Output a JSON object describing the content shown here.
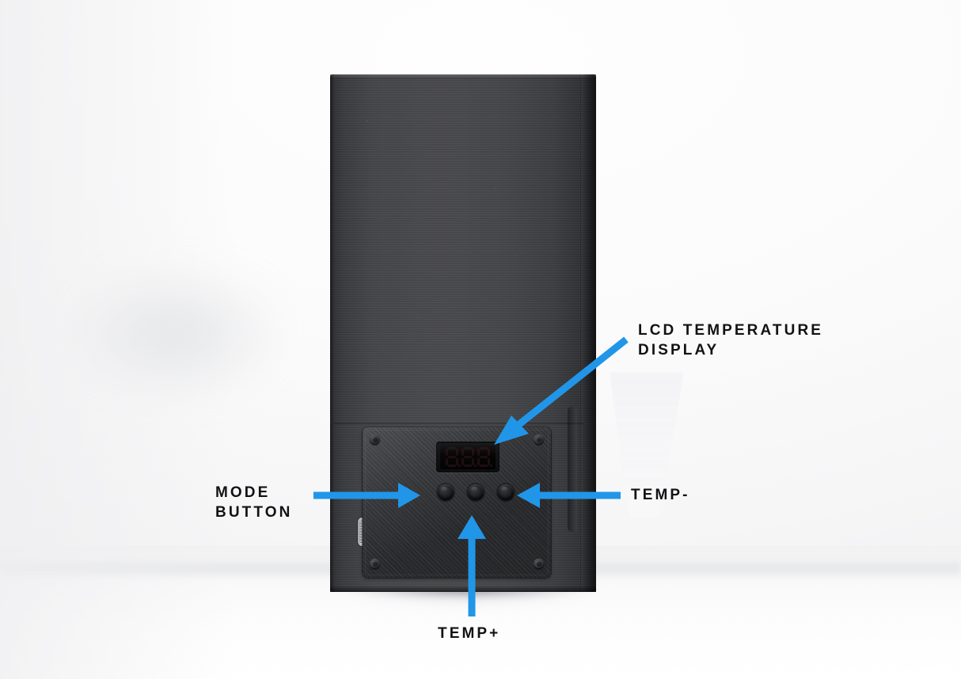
{
  "scene": {
    "subject": "3d-printed-enclosure-front-view",
    "background_color": "#ffffff",
    "device_body_color": "#46474a",
    "panel_color": "#333437"
  },
  "annotation": {
    "arrow_color": "#2196E8",
    "text_color": "#111214",
    "callouts": [
      {
        "id": "lcd-temperature-display",
        "label": "LCD TEMPERATURE\nDISPLAY",
        "arrow": "diagonal-down-left",
        "points_to": "lcd-display"
      },
      {
        "id": "mode-button",
        "label": "MODE\nBUTTON",
        "arrow": "right",
        "points_to": "mode-push-button"
      },
      {
        "id": "temp-minus",
        "label": "TEMP-",
        "arrow": "left",
        "points_to": "temp-minus-push-button"
      },
      {
        "id": "temp-plus",
        "label": "TEMP+",
        "arrow": "up",
        "points_to": "temp-plus-push-button"
      }
    ]
  },
  "device": {
    "lcd": {
      "type": "3-digit-7-segment",
      "state": "off",
      "digits": [
        "8",
        "8",
        "8"
      ],
      "segment_unlit_color": "#2a1112",
      "glass_color": "#050506"
    },
    "buttons": [
      {
        "id": "mode-push-button",
        "name": "MODE"
      },
      {
        "id": "temp-plus-push-button",
        "name": "TEMP+"
      },
      {
        "id": "temp-minus-push-button",
        "name": "TEMP-"
      }
    ],
    "panel_screws": 4,
    "side_port": "usb-connector"
  }
}
